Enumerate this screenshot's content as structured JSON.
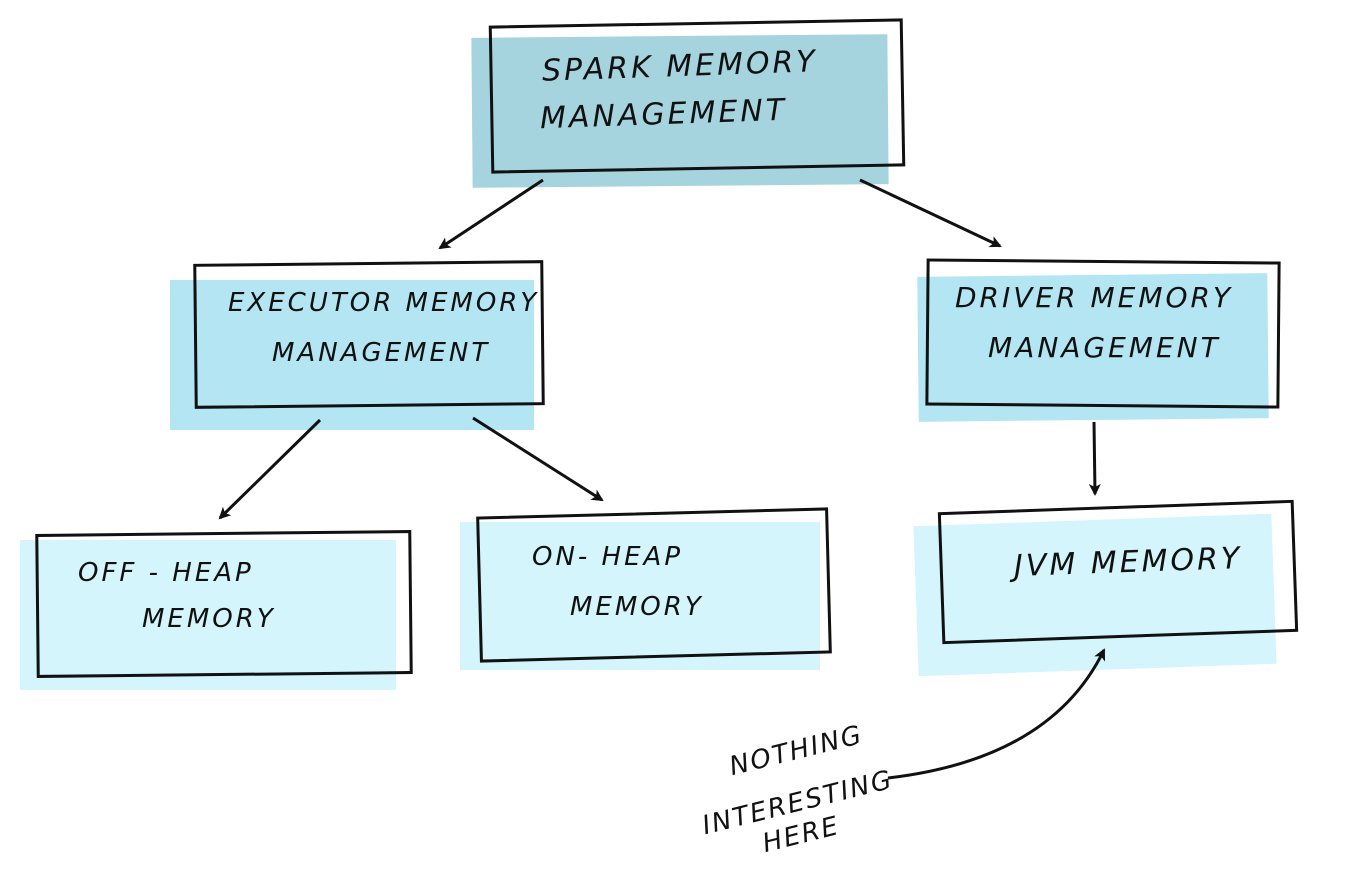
{
  "colors": {
    "root_fill": "#a5d3de",
    "level2_fill": "#b3e5f2",
    "leaf_fill": "#d3f5fb",
    "ink": "#111111"
  },
  "nodes": {
    "root": {
      "line1": "SPARK MEMORY",
      "line2": "MANAGEMENT"
    },
    "executor": {
      "line1": "EXECUTOR MEMORY",
      "line2": "MANAGEMENT"
    },
    "driver": {
      "line1": "DRIVER MEMORY",
      "line2": "MANAGEMENT"
    },
    "off_heap": {
      "line1": "OFF - HEAP",
      "line2": "MEMORY"
    },
    "on_heap": {
      "line1": "ON- HEAP",
      "line2": "MEMORY"
    },
    "jvm": {
      "line1": "JVM MEMORY"
    }
  },
  "annotation": {
    "line1": "NOTHING",
    "line2": "INTERESTING",
    "line3": "HERE"
  }
}
